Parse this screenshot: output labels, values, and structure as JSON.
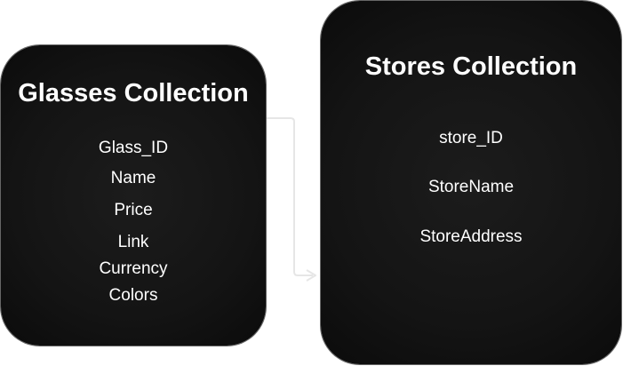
{
  "glasses_collection": {
    "title": "Glasses Collection",
    "fields": [
      "Glass_ID",
      "Name",
      "Price",
      "Link",
      "Currency",
      "Colors"
    ]
  },
  "stores_collection": {
    "title": "Stores Collection",
    "fields": [
      "store_ID",
      "StoreName",
      "StoreAddress"
    ]
  },
  "colors": {
    "box_fill": "#141414",
    "text": "#ffffff",
    "connector": "#e6e6e6"
  }
}
